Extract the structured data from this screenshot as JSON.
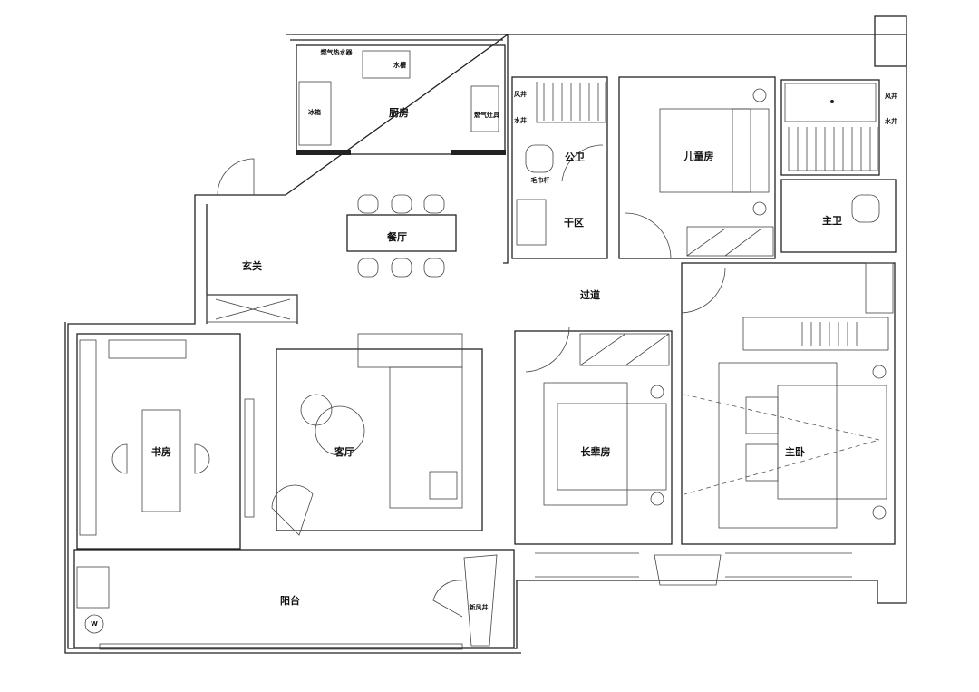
{
  "rooms": {
    "kitchen": "厨房",
    "fridge": "冰箱",
    "water_heater": "燃气热水器",
    "sink": "水槽",
    "stove": "燃气灶具",
    "dining": "餐厅",
    "entrance": "玄关",
    "study": "书房",
    "living": "客厅",
    "balcony": "阳台",
    "fresh_air_shaft": "新风井",
    "public_bath": "公卫",
    "towel_rack": "毛巾杆",
    "dry_area": "干区",
    "corridor": "过道",
    "kids_room": "儿童房",
    "master_bath": "主卫",
    "elder_room": "长辈房",
    "master_bedroom": "主卧",
    "air_shaft_1": "风井",
    "water_shaft_1": "水井",
    "air_shaft_2": "风井",
    "water_shaft_2": "水井",
    "washer": "W"
  }
}
